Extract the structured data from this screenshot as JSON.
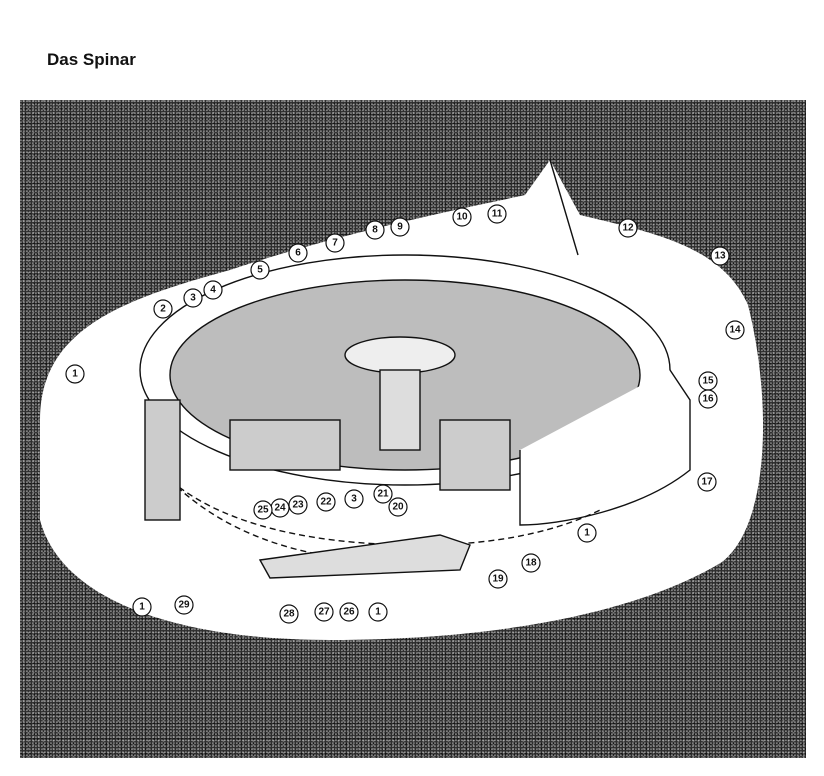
{
  "title": "Das Spinar",
  "colors": {
    "background": "#2e2e2e",
    "blob": "#ffffff",
    "ink": "#111111",
    "deck": "#bdbdbd"
  },
  "callouts": [
    "1",
    "2",
    "3",
    "4",
    "5",
    "6",
    "7",
    "8",
    "9",
    "10",
    "11",
    "12",
    "13",
    "14",
    "15",
    "16",
    "17",
    "1",
    "18",
    "19",
    "20",
    "21",
    "3",
    "22",
    "23",
    "24",
    "25",
    "29",
    "1",
    "28",
    "27",
    "26",
    "1"
  ]
}
